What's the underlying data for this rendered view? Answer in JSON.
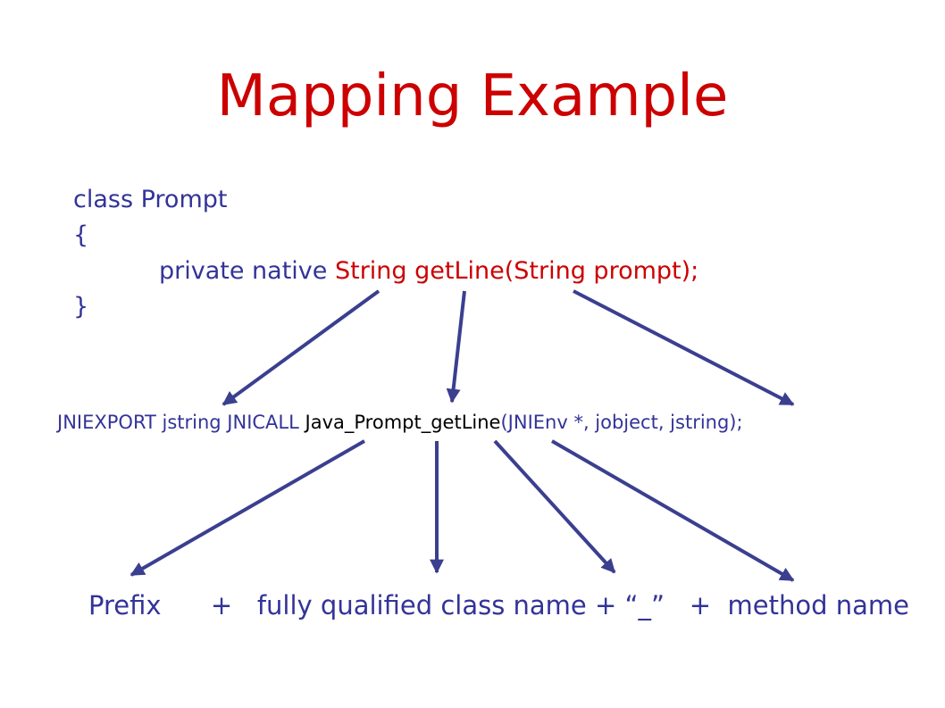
{
  "title": "Mapping Example",
  "code": {
    "line1": "class Prompt",
    "line2": "{",
    "line3_prefix": "private native ",
    "line3_highlight": "String getLine(String prompt);",
    "line4": "}"
  },
  "jni": {
    "prefix": "JNIEXPORT jstring JNICALL ",
    "function_name": "Java_Prompt_getLine",
    "args": "(JNIEnv *, jobject, jstring);"
  },
  "mapping": {
    "prefix": "Prefix",
    "plus1": "+",
    "class_name": "fully qualified class name",
    "plus2": "+",
    "underscore": "“_”",
    "plus3": "+",
    "method_name": "method name"
  },
  "colors": {
    "title": "#cc0000",
    "text": "#333399",
    "highlight": "#cc0000",
    "arrow": "#3a3f8f"
  }
}
